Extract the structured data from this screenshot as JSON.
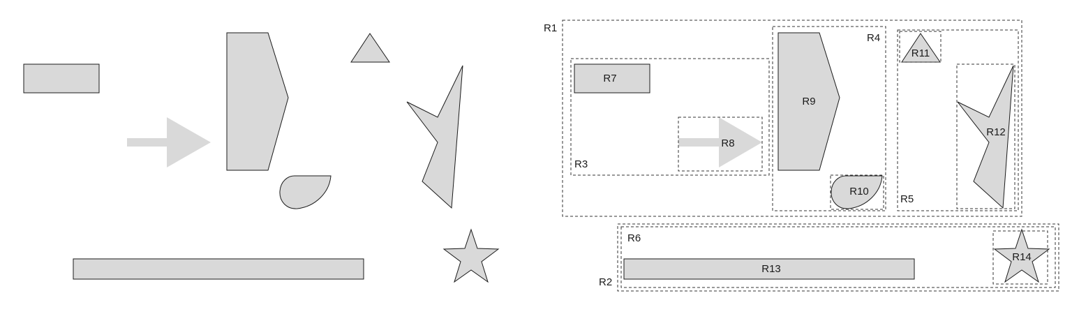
{
  "colors": {
    "shape_fill": "#d9d9d9",
    "shape_stroke": "#1a1a1a",
    "region_stroke": "#333333"
  },
  "shapes": [
    "rectangle",
    "arrow",
    "pentagon",
    "triangle",
    "teardrop",
    "irregular-polygon",
    "long-bar",
    "star"
  ],
  "regions": {
    "r1": "R1",
    "r2": "R2",
    "r3": "R3",
    "r4": "R4",
    "r5": "R5",
    "r6": "R6",
    "r7": "R7",
    "r8": "R8",
    "r9": "R9",
    "r10": "R10",
    "r11": "R11",
    "r12": "R12",
    "r13": "R13",
    "r14": "R14"
  }
}
